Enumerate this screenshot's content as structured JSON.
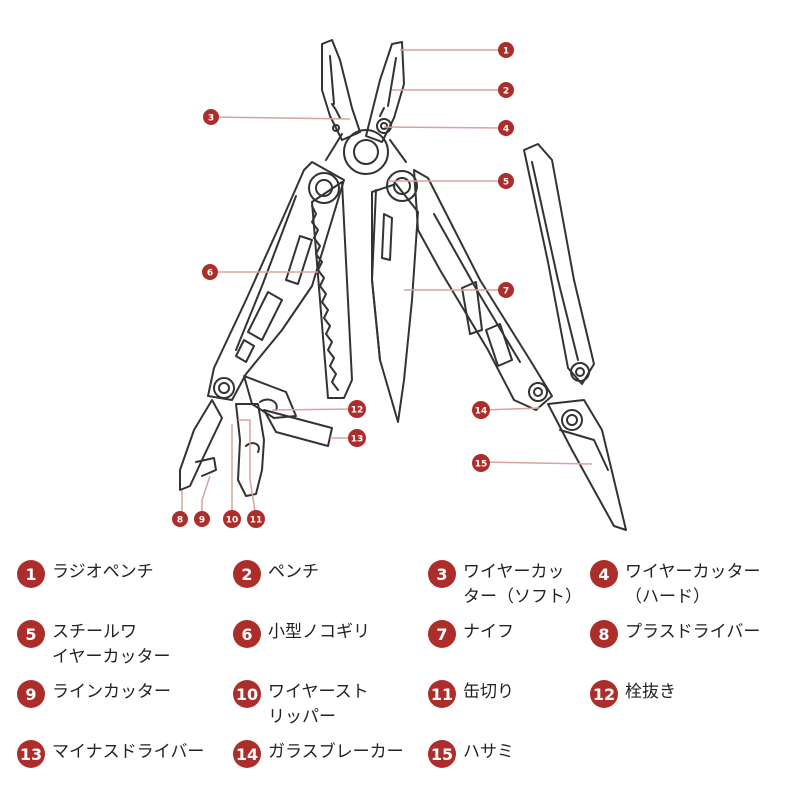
{
  "colors": {
    "accent": "#ad2d2a",
    "line": "#d9a3a1",
    "tool": "#333333"
  },
  "callouts": [
    "1",
    "2",
    "3",
    "4",
    "5",
    "6",
    "7",
    "8",
    "9",
    "10",
    "11",
    "12",
    "13",
    "14",
    "15"
  ],
  "legend": [
    {
      "num": "1",
      "label": "ラジオペンチ"
    },
    {
      "num": "2",
      "label": "ペンチ"
    },
    {
      "num": "3",
      "label": "ワイヤーカッ\nター（ソフト）"
    },
    {
      "num": "4",
      "label": "ワイヤーカッター\n（ハード）"
    },
    {
      "num": "5",
      "label": "スチールワ\nイヤーカッター"
    },
    {
      "num": "6",
      "label": "小型ノコギリ"
    },
    {
      "num": "7",
      "label": "ナイフ"
    },
    {
      "num": "8",
      "label": "プラスドライバー"
    },
    {
      "num": "9",
      "label": "ラインカッター"
    },
    {
      "num": "10",
      "label": "ワイヤースト\nリッパー"
    },
    {
      "num": "11",
      "label": "缶切り"
    },
    {
      "num": "12",
      "label": "栓抜き"
    },
    {
      "num": "13",
      "label": "マイナスドライバー"
    },
    {
      "num": "14",
      "label": "ガラスブレーカー"
    },
    {
      "num": "15",
      "label": "ハサミ"
    }
  ]
}
